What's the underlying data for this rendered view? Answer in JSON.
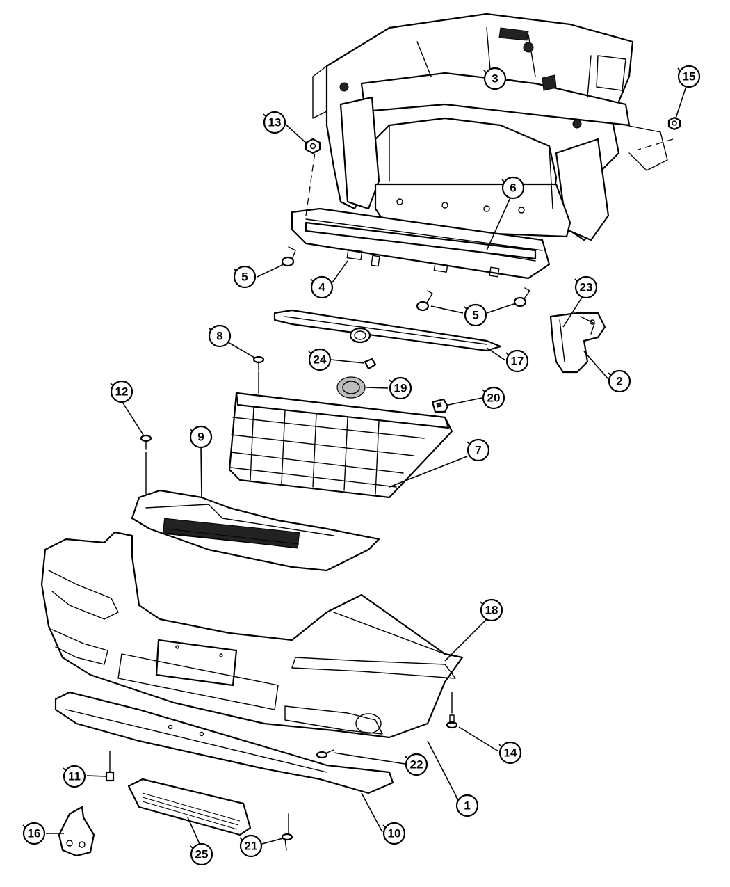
{
  "callouts": [
    {
      "id": "c1",
      "label": "1"
    },
    {
      "id": "c2",
      "label": "2"
    },
    {
      "id": "c3",
      "label": "3"
    },
    {
      "id": "c4",
      "label": "4"
    },
    {
      "id": "c5a",
      "label": "5"
    },
    {
      "id": "c5b",
      "label": "5"
    },
    {
      "id": "c6",
      "label": "6"
    },
    {
      "id": "c7",
      "label": "7"
    },
    {
      "id": "c8",
      "label": "8"
    },
    {
      "id": "c9",
      "label": "9"
    },
    {
      "id": "c10",
      "label": "10"
    },
    {
      "id": "c11",
      "label": "11"
    },
    {
      "id": "c12",
      "label": "12"
    },
    {
      "id": "c13",
      "label": "13"
    },
    {
      "id": "c14",
      "label": "14"
    },
    {
      "id": "c15",
      "label": "15"
    },
    {
      "id": "c16",
      "label": "16"
    },
    {
      "id": "c17",
      "label": "17"
    },
    {
      "id": "c18",
      "label": "18"
    },
    {
      "id": "c19",
      "label": "19"
    },
    {
      "id": "c20",
      "label": "20"
    },
    {
      "id": "c21",
      "label": "21"
    },
    {
      "id": "c22",
      "label": "22"
    },
    {
      "id": "c23",
      "label": "23"
    },
    {
      "id": "c24",
      "label": "24"
    },
    {
      "id": "c25",
      "label": "25"
    }
  ],
  "colors": {
    "line": "#000000",
    "background": "#ffffff",
    "shade": "#bdbdbd"
  }
}
